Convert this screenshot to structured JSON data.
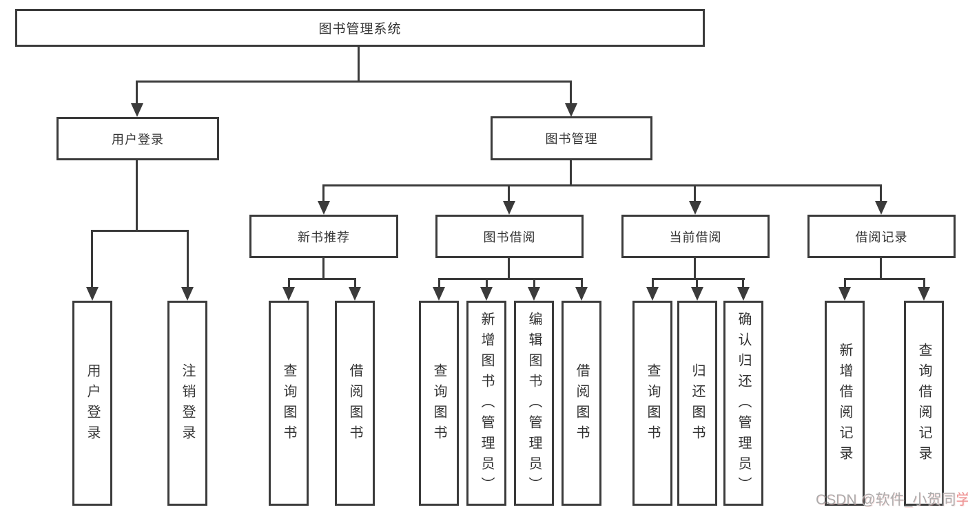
{
  "diagram": {
    "root": {
      "label": "图书管理系统"
    },
    "branches": [
      {
        "label": "用户登录",
        "children": [
          {
            "label": "用户登录"
          },
          {
            "label": "注销登录"
          }
        ]
      },
      {
        "label": "图书管理",
        "children": [
          {
            "label": "新书推荐",
            "children": [
              {
                "label": "查询图书"
              },
              {
                "label": "借阅图书"
              }
            ]
          },
          {
            "label": "图书借阅",
            "children": [
              {
                "label": "查询图书"
              },
              {
                "label": "新增图书（管理员）"
              },
              {
                "label": "编辑图书（管理员）"
              },
              {
                "label": "借阅图书"
              }
            ]
          },
          {
            "label": "当前借阅",
            "children": [
              {
                "label": "查询图书"
              },
              {
                "label": "归还图书"
              },
              {
                "label": "确认归还（管理员）"
              }
            ]
          },
          {
            "label": "借阅记录",
            "children": [
              {
                "label": "新增借阅记录"
              },
              {
                "label": "查询借阅记录"
              }
            ]
          }
        ]
      }
    ]
  },
  "watermark": {
    "text": "CSDN @软件_小贺同学",
    "prefix": "CSDN @软件_小贺同",
    "suffix": "学"
  },
  "colors": {
    "stroke": "#3b3b3b",
    "text": "#333333",
    "background": "#ffffff",
    "watermark_gray": "#acacac",
    "watermark_pink": "#ee9494"
  }
}
